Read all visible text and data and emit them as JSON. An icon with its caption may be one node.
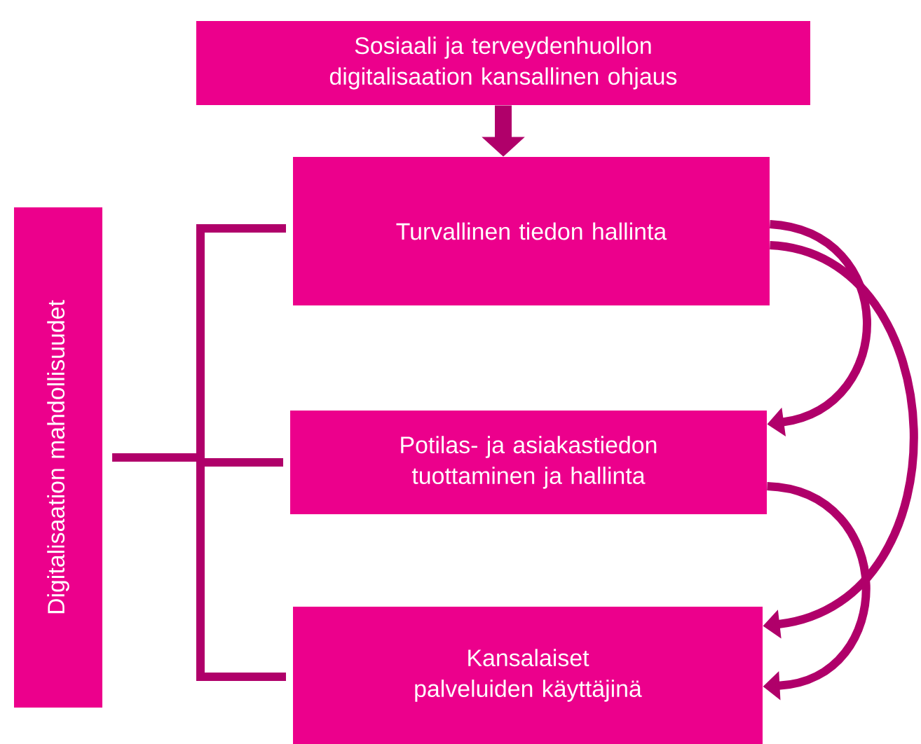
{
  "diagram": {
    "nodes": [
      {
        "text": [
          "Sosiaali ja terveydenhuollon digitalisaation kansallinen ohjaus"
        ]
      },
      {
        "text": [
          "Turvallinen tiedon hallinta"
        ]
      },
      {
        "text": [
          "Potilas- ja asiakastiedon tuottaminen ja hallinta"
        ]
      },
      {
        "text": [
          "Kansalaiset palveluiden käyttäjinä"
        ]
      },
      {
        "text": [
          "Digitalisaation mahdollisuudet"
        ]
      }
    ],
    "edges": [
      {
        "from": 0,
        "to": 1,
        "arrow": "to",
        "style": "thick"
      },
      {
        "from": 4,
        "to": 1,
        "arrow": "none"
      },
      {
        "from": 4,
        "to": 2,
        "arrow": "none"
      },
      {
        "from": 4,
        "to": 3,
        "arrow": "none"
      },
      {
        "from": 1,
        "to": 2,
        "arrow": "to"
      },
      {
        "from": 1,
        "to": 3,
        "arrow": "to"
      },
      {
        "from": 2,
        "to": 3,
        "arrow": "to"
      }
    ]
  }
}
